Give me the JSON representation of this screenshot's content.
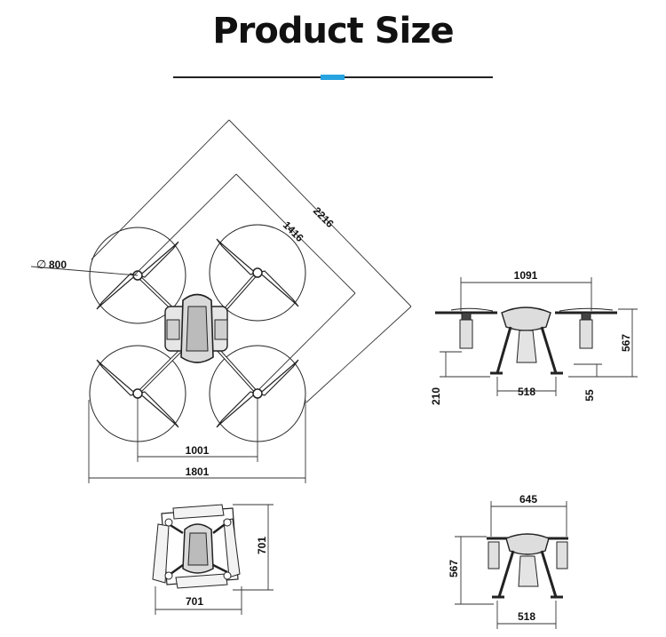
{
  "title": "Product Size",
  "accent_color": "#27a3e0",
  "top_view": {
    "diagonal_outer": "2216",
    "diagonal_inner": "1416",
    "prop_diameter": "800",
    "diameter_symbol": "∅",
    "width_inner": "1001",
    "width_outer": "1801"
  },
  "side_view_unfolded": {
    "width": "1091",
    "height": "567",
    "ground_clearance": "210",
    "leg_span": "518",
    "foot_height": "55"
  },
  "folded_top_view": {
    "width": "701",
    "height": "701"
  },
  "folded_side_view": {
    "width": "645",
    "height": "567",
    "leg_span": "518"
  }
}
